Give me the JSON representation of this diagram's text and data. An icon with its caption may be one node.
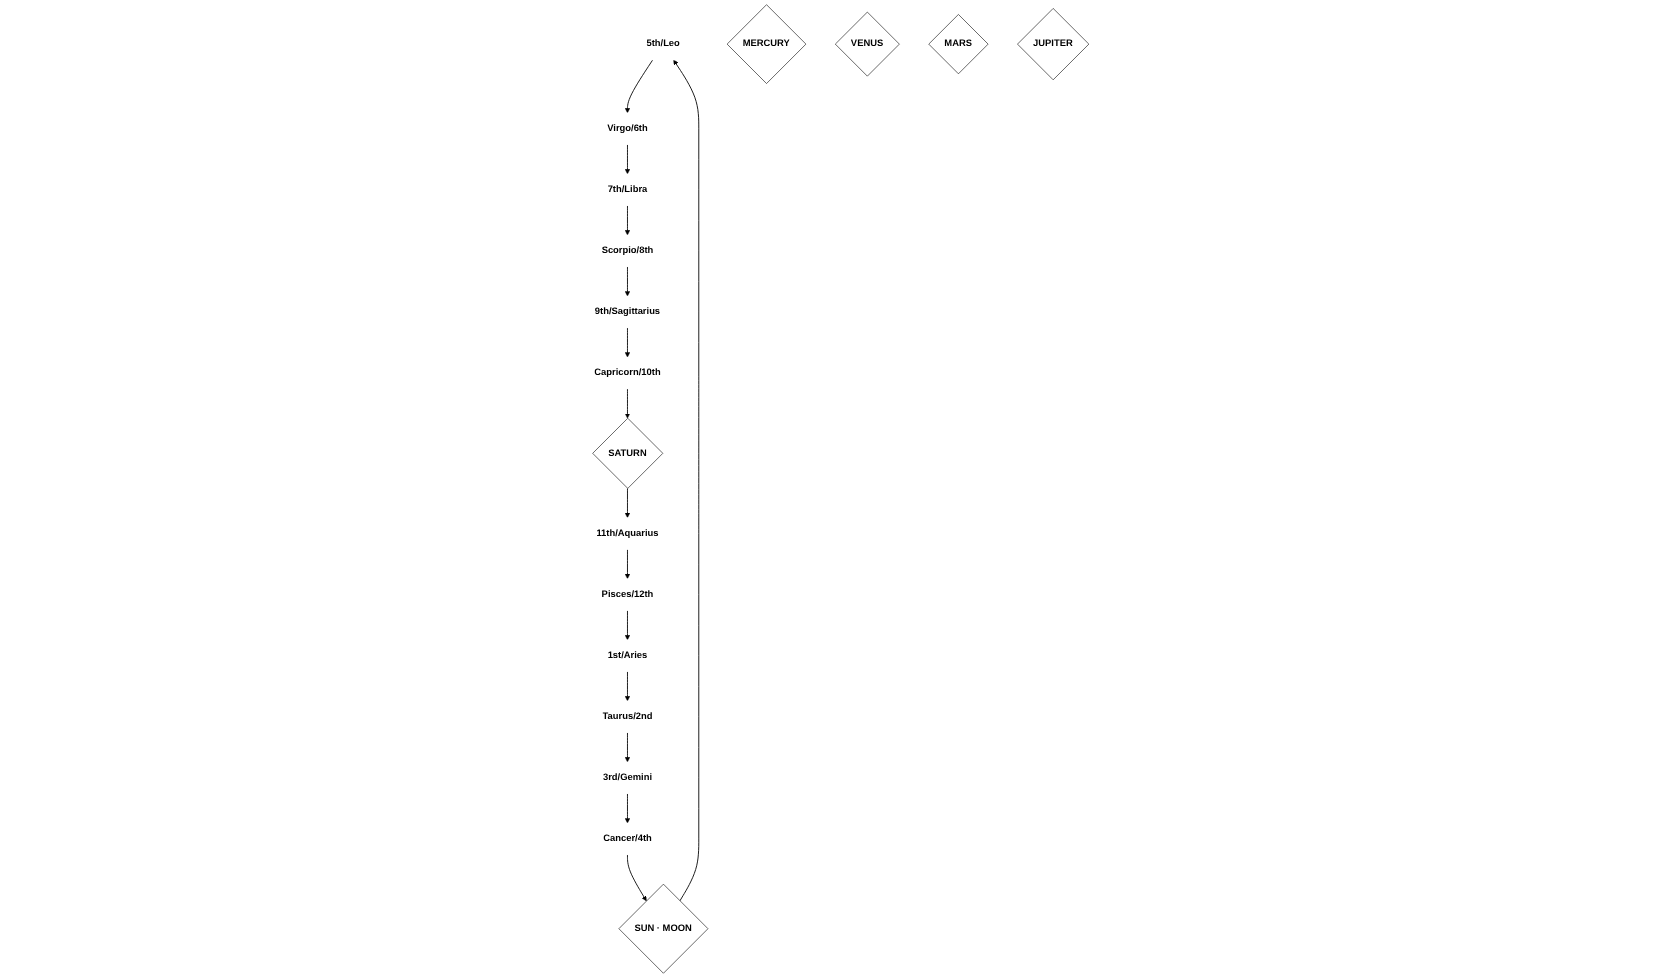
{
  "diagram": {
    "nodes": [
      {
        "text": [
          "5th/Leo"
        ]
      },
      {
        "text": [
          "SUN · MOON"
        ]
      },
      {
        "text": [
          "Cancer/4th"
        ]
      },
      {
        "text": [
          "3rd/Gemini"
        ]
      },
      {
        "text": [
          "MERCURY"
        ]
      },
      {
        "text": [
          "Virgo/6th"
        ]
      },
      {
        "text": [
          "7th/Libra"
        ]
      },
      {
        "text": [
          "VENUS"
        ]
      },
      {
        "text": [
          "Taurus/2nd"
        ]
      },
      {
        "text": [
          "1st/Aries"
        ]
      },
      {
        "text": [
          "MARS"
        ]
      },
      {
        "text": [
          "Scorpio/8th"
        ]
      },
      {
        "text": [
          "9th/Sagittarius"
        ]
      },
      {
        "text": [
          "JUPITER"
        ]
      },
      {
        "text": [
          "Pisces/12th"
        ]
      },
      {
        "text": [
          "11th/Aquarius"
        ]
      },
      {
        "text": [
          "SATURN"
        ]
      },
      {
        "text": [
          "Capricorn/10th"
        ]
      }
    ],
    "edges": [
      {
        "from": 2,
        "to": 1,
        "arrow": "to"
      },
      {
        "from": 1,
        "to": 0,
        "arrow": "to"
      },
      {
        "from": 0,
        "to": 5,
        "arrow": "to"
      },
      {
        "from": 3,
        "to": 2,
        "arrow": "to"
      },
      {
        "from": 8,
        "to": 3,
        "arrow": "to"
      },
      {
        "from": 5,
        "to": 6,
        "arrow": "to"
      },
      {
        "from": 6,
        "to": 11,
        "arrow": "to"
      },
      {
        "from": 9,
        "to": 8,
        "arrow": "to"
      },
      {
        "from": 14,
        "to": 9,
        "arrow": "to"
      },
      {
        "from": 11,
        "to": 12,
        "arrow": "to"
      },
      {
        "from": 12,
        "to": 17,
        "arrow": "to"
      },
      {
        "from": 15,
        "to": 14,
        "arrow": "to"
      },
      {
        "from": 17,
        "to": 16,
        "arrow": "to"
      },
      {
        "from": 16,
        "to": 15,
        "arrow": "to"
      }
    ]
  }
}
